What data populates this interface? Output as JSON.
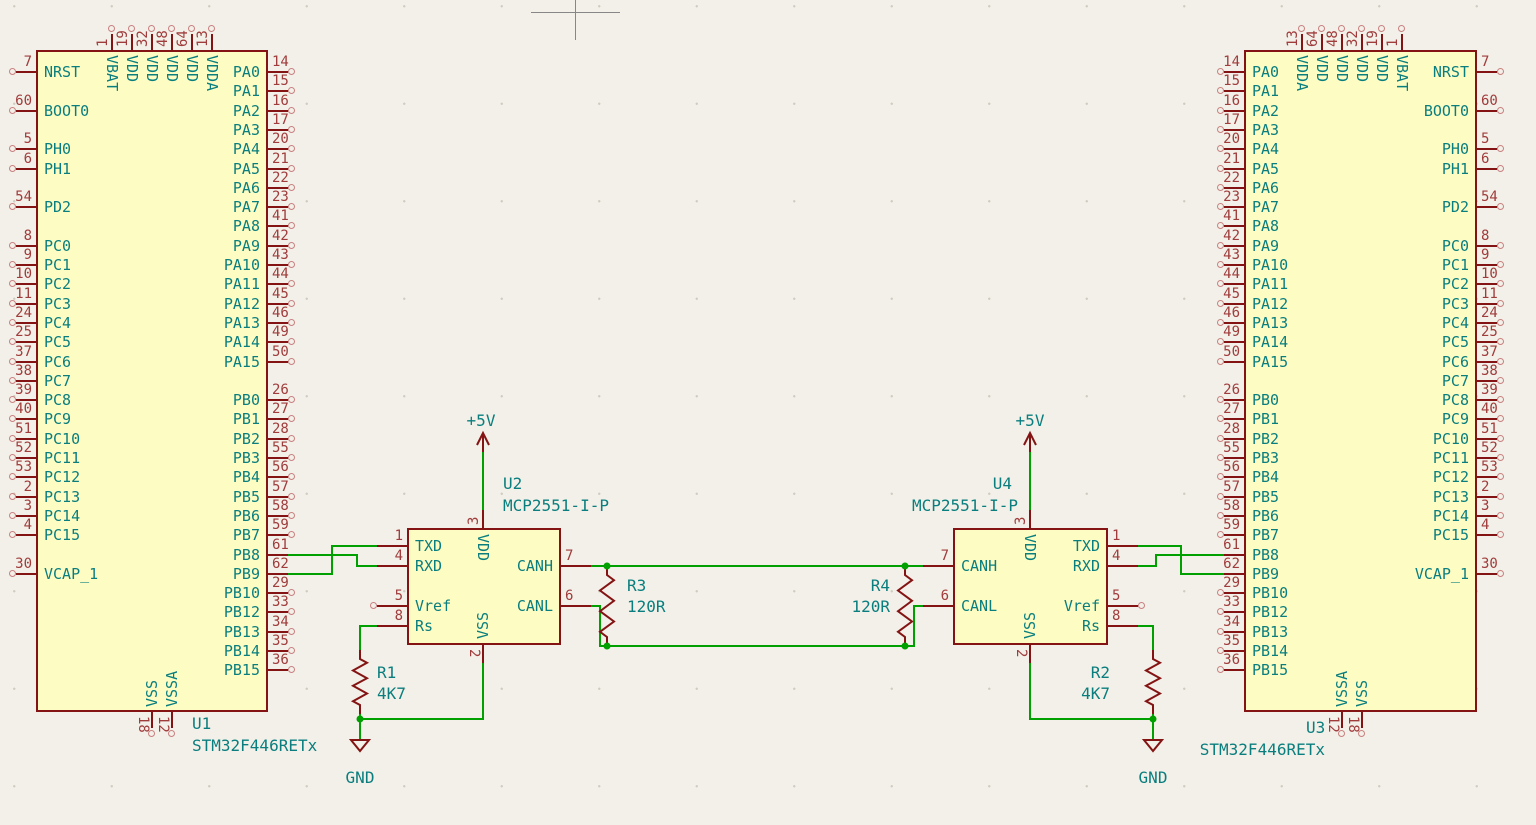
{
  "colors": {
    "background": "#f2f0e8",
    "component_outline": "#841414",
    "component_fill": "#fdfdc3",
    "wire_green": "#00a000",
    "pin_name_teal": "#0a7e7e",
    "pin_number_red": "#a03c3c",
    "label_teal": "#0a7e7e",
    "cursor_gray": "#878787"
  },
  "power": {
    "p5v_left": "+5V",
    "p5v_right": "+5V",
    "gnd_left": "GND",
    "gnd_right": "GND"
  },
  "u1": {
    "ref": "U1",
    "value": "STM32F446RETx",
    "top_pins": [
      {
        "num": "1",
        "name": "VBAT"
      },
      {
        "num": "19",
        "name": "VDD"
      },
      {
        "num": "32",
        "name": "VDD"
      },
      {
        "num": "48",
        "name": "VDD"
      },
      {
        "num": "64",
        "name": "VDD"
      },
      {
        "num": "13",
        "name": "VDDA"
      }
    ],
    "bottom_pins": [
      {
        "num": "18",
        "name": "VSS"
      },
      {
        "num": "12",
        "name": "VSSA"
      }
    ],
    "left_pins": [
      {
        "row": 0,
        "num": "7",
        "name": "NRST"
      },
      {
        "row": 2,
        "num": "60",
        "name": "BOOT0"
      },
      {
        "row": 4,
        "num": "5",
        "name": "PH0"
      },
      {
        "row": 5,
        "num": "6",
        "name": "PH1"
      },
      {
        "row": 7,
        "num": "54",
        "name": "PD2"
      },
      {
        "row": 9,
        "num": "8",
        "name": "PC0"
      },
      {
        "row": 10,
        "num": "9",
        "name": "PC1"
      },
      {
        "row": 11,
        "num": "10",
        "name": "PC2"
      },
      {
        "row": 12,
        "num": "11",
        "name": "PC3"
      },
      {
        "row": 13,
        "num": "24",
        "name": "PC4"
      },
      {
        "row": 14,
        "num": "25",
        "name": "PC5"
      },
      {
        "row": 15,
        "num": "37",
        "name": "PC6"
      },
      {
        "row": 16,
        "num": "38",
        "name": "PC7"
      },
      {
        "row": 17,
        "num": "39",
        "name": "PC8"
      },
      {
        "row": 18,
        "num": "40",
        "name": "PC9"
      },
      {
        "row": 19,
        "num": "51",
        "name": "PC10"
      },
      {
        "row": 20,
        "num": "52",
        "name": "PC11"
      },
      {
        "row": 21,
        "num": "53",
        "name": "PC12"
      },
      {
        "row": 22,
        "num": "2",
        "name": "PC13"
      },
      {
        "row": 23,
        "num": "3",
        "name": "PC14"
      },
      {
        "row": 24,
        "num": "4",
        "name": "PC15"
      },
      {
        "row": 26,
        "num": "30",
        "name": "VCAP_1"
      }
    ],
    "right_pins": [
      {
        "row": 0,
        "num": "14",
        "name": "PA0"
      },
      {
        "row": 1,
        "num": "15",
        "name": "PA1"
      },
      {
        "row": 2,
        "num": "16",
        "name": "PA2"
      },
      {
        "row": 3,
        "num": "17",
        "name": "PA3"
      },
      {
        "row": 4,
        "num": "20",
        "name": "PA4"
      },
      {
        "row": 5,
        "num": "21",
        "name": "PA5"
      },
      {
        "row": 6,
        "num": "22",
        "name": "PA6"
      },
      {
        "row": 7,
        "num": "23",
        "name": "PA7"
      },
      {
        "row": 8,
        "num": "41",
        "name": "PA8"
      },
      {
        "row": 9,
        "num": "42",
        "name": "PA9"
      },
      {
        "row": 10,
        "num": "43",
        "name": "PA10"
      },
      {
        "row": 11,
        "num": "44",
        "name": "PA11"
      },
      {
        "row": 12,
        "num": "45",
        "name": "PA12"
      },
      {
        "row": 13,
        "num": "46",
        "name": "PA13"
      },
      {
        "row": 14,
        "num": "49",
        "name": "PA14"
      },
      {
        "row": 15,
        "num": "50",
        "name": "PA15"
      },
      {
        "row": 17,
        "num": "26",
        "name": "PB0"
      },
      {
        "row": 18,
        "num": "27",
        "name": "PB1"
      },
      {
        "row": 19,
        "num": "28",
        "name": "PB2"
      },
      {
        "row": 20,
        "num": "55",
        "name": "PB3"
      },
      {
        "row": 21,
        "num": "56",
        "name": "PB4"
      },
      {
        "row": 22,
        "num": "57",
        "name": "PB5"
      },
      {
        "row": 23,
        "num": "58",
        "name": "PB6"
      },
      {
        "row": 24,
        "num": "59",
        "name": "PB7"
      },
      {
        "row": 25,
        "num": "61",
        "name": "PB8",
        "connected": true
      },
      {
        "row": 26,
        "num": "62",
        "name": "PB9",
        "connected": true
      },
      {
        "row": 27,
        "num": "29",
        "name": "PB10"
      },
      {
        "row": 28,
        "num": "33",
        "name": "PB12"
      },
      {
        "row": 29,
        "num": "34",
        "name": "PB13"
      },
      {
        "row": 30,
        "num": "35",
        "name": "PB14"
      },
      {
        "row": 31,
        "num": "36",
        "name": "PB15"
      }
    ]
  },
  "u3": {
    "ref": "U3",
    "value": "STM32F446RETx",
    "top_pins": [
      {
        "num": "13",
        "name": "VDDA"
      },
      {
        "num": "64",
        "name": "VDD"
      },
      {
        "num": "48",
        "name": "VDD"
      },
      {
        "num": "32",
        "name": "VDD"
      },
      {
        "num": "19",
        "name": "VDD"
      },
      {
        "num": "1",
        "name": "VBAT"
      }
    ],
    "bottom_pins": [
      {
        "num": "12",
        "name": "VSSA"
      },
      {
        "num": "18",
        "name": "VSS"
      }
    ],
    "left_pins": [
      {
        "row": 0,
        "num": "14",
        "name": "PA0"
      },
      {
        "row": 1,
        "num": "15",
        "name": "PA1"
      },
      {
        "row": 2,
        "num": "16",
        "name": "PA2"
      },
      {
        "row": 3,
        "num": "17",
        "name": "PA3"
      },
      {
        "row": 4,
        "num": "20",
        "name": "PA4"
      },
      {
        "row": 5,
        "num": "21",
        "name": "PA5"
      },
      {
        "row": 6,
        "num": "22",
        "name": "PA6"
      },
      {
        "row": 7,
        "num": "23",
        "name": "PA7"
      },
      {
        "row": 8,
        "num": "41",
        "name": "PA8"
      },
      {
        "row": 9,
        "num": "42",
        "name": "PA9"
      },
      {
        "row": 10,
        "num": "43",
        "name": "PA10"
      },
      {
        "row": 11,
        "num": "44",
        "name": "PA11"
      },
      {
        "row": 12,
        "num": "45",
        "name": "PA12"
      },
      {
        "row": 13,
        "num": "46",
        "name": "PA13"
      },
      {
        "row": 14,
        "num": "49",
        "name": "PA14"
      },
      {
        "row": 15,
        "num": "50",
        "name": "PA15"
      },
      {
        "row": 17,
        "num": "26",
        "name": "PB0"
      },
      {
        "row": 18,
        "num": "27",
        "name": "PB1"
      },
      {
        "row": 19,
        "num": "28",
        "name": "PB2"
      },
      {
        "row": 20,
        "num": "55",
        "name": "PB3"
      },
      {
        "row": 21,
        "num": "56",
        "name": "PB4"
      },
      {
        "row": 22,
        "num": "57",
        "name": "PB5"
      },
      {
        "row": 23,
        "num": "58",
        "name": "PB6"
      },
      {
        "row": 24,
        "num": "59",
        "name": "PB7"
      },
      {
        "row": 25,
        "num": "61",
        "name": "PB8",
        "connected": true
      },
      {
        "row": 26,
        "num": "62",
        "name": "PB9",
        "connected": true
      },
      {
        "row": 27,
        "num": "29",
        "name": "PB10"
      },
      {
        "row": 28,
        "num": "33",
        "name": "PB12"
      },
      {
        "row": 29,
        "num": "34",
        "name": "PB13"
      },
      {
        "row": 30,
        "num": "35",
        "name": "PB14"
      },
      {
        "row": 31,
        "num": "36",
        "name": "PB15"
      }
    ],
    "right_pins": [
      {
        "row": 0,
        "num": "7",
        "name": "NRST"
      },
      {
        "row": 2,
        "num": "60",
        "name": "BOOT0"
      },
      {
        "row": 4,
        "num": "5",
        "name": "PH0"
      },
      {
        "row": 5,
        "num": "6",
        "name": "PH1"
      },
      {
        "row": 7,
        "num": "54",
        "name": "PD2"
      },
      {
        "row": 9,
        "num": "8",
        "name": "PC0"
      },
      {
        "row": 10,
        "num": "9",
        "name": "PC1"
      },
      {
        "row": 11,
        "num": "10",
        "name": "PC2"
      },
      {
        "row": 12,
        "num": "11",
        "name": "PC3"
      },
      {
        "row": 13,
        "num": "24",
        "name": "PC4"
      },
      {
        "row": 14,
        "num": "25",
        "name": "PC5"
      },
      {
        "row": 15,
        "num": "37",
        "name": "PC6"
      },
      {
        "row": 16,
        "num": "38",
        "name": "PC7"
      },
      {
        "row": 17,
        "num": "39",
        "name": "PC8"
      },
      {
        "row": 18,
        "num": "40",
        "name": "PC9"
      },
      {
        "row": 19,
        "num": "51",
        "name": "PC10"
      },
      {
        "row": 20,
        "num": "52",
        "name": "PC11"
      },
      {
        "row": 21,
        "num": "53",
        "name": "PC12"
      },
      {
        "row": 22,
        "num": "2",
        "name": "PC13"
      },
      {
        "row": 23,
        "num": "3",
        "name": "PC14"
      },
      {
        "row": 24,
        "num": "4",
        "name": "PC15"
      },
      {
        "row": 26,
        "num": "30",
        "name": "VCAP_1"
      }
    ]
  },
  "u2": {
    "ref": "U2",
    "value": "MCP2551-I-P",
    "left_pins": [
      {
        "num": "1",
        "name": "TXD",
        "connected": true
      },
      {
        "num": "4",
        "name": "RXD",
        "connected": true
      },
      {
        "num": "5",
        "name": "Vref"
      },
      {
        "num": "8",
        "name": "Rs",
        "connected": true
      }
    ],
    "right_pins": [
      {
        "num": "7",
        "name": "CANH",
        "connected": true
      },
      {
        "num": "6",
        "name": "CANL",
        "connected": true
      }
    ],
    "top_pins": [
      {
        "num": "3",
        "name": "VDD",
        "connected": true
      }
    ],
    "bottom_pins": [
      {
        "num": "2",
        "name": "VSS",
        "connected": true
      }
    ]
  },
  "u4": {
    "ref": "U4",
    "value": "MCP2551-I-P",
    "left_pins": [
      {
        "num": "7",
        "name": "CANH",
        "connected": true
      },
      {
        "num": "6",
        "name": "CANL",
        "connected": true
      }
    ],
    "right_pins": [
      {
        "num": "1",
        "name": "TXD",
        "connected": true
      },
      {
        "num": "4",
        "name": "RXD",
        "connected": true
      },
      {
        "num": "5",
        "name": "Vref"
      },
      {
        "num": "8",
        "name": "Rs",
        "connected": true
      }
    ],
    "top_pins": [
      {
        "num": "3",
        "name": "VDD",
        "connected": true
      }
    ],
    "bottom_pins": [
      {
        "num": "2",
        "name": "VSS",
        "connected": true
      }
    ]
  },
  "r1": {
    "ref": "R1",
    "value": "4K7"
  },
  "r2": {
    "ref": "R2",
    "value": "4K7"
  },
  "r3": {
    "ref": "R3",
    "value": "120R"
  },
  "r4": {
    "ref": "R4",
    "value": "120R"
  }
}
